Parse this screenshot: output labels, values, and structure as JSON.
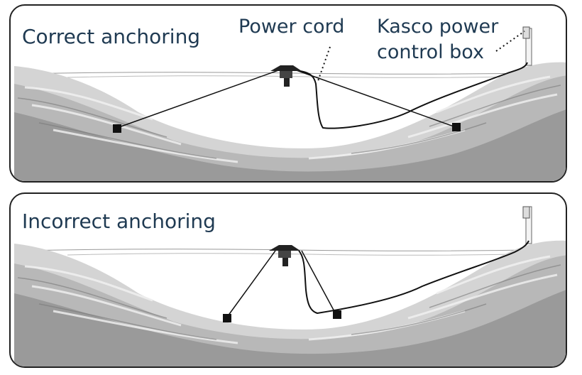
{
  "panels": [
    {
      "title": "Correct anchoring",
      "annotations": {
        "power_cord": "Power cord",
        "control_box_line1": "Kasco power",
        "control_box_line2": "control box"
      }
    },
    {
      "title": "Incorrect anchoring"
    }
  ],
  "colors": {
    "text": "#1f3a52",
    "border": "#222222",
    "water_light": "#d4d4d4",
    "water_mid": "#b5b5b5",
    "water_dark": "#8c8c8c",
    "anchor": "#111111",
    "cord": "#111111"
  }
}
